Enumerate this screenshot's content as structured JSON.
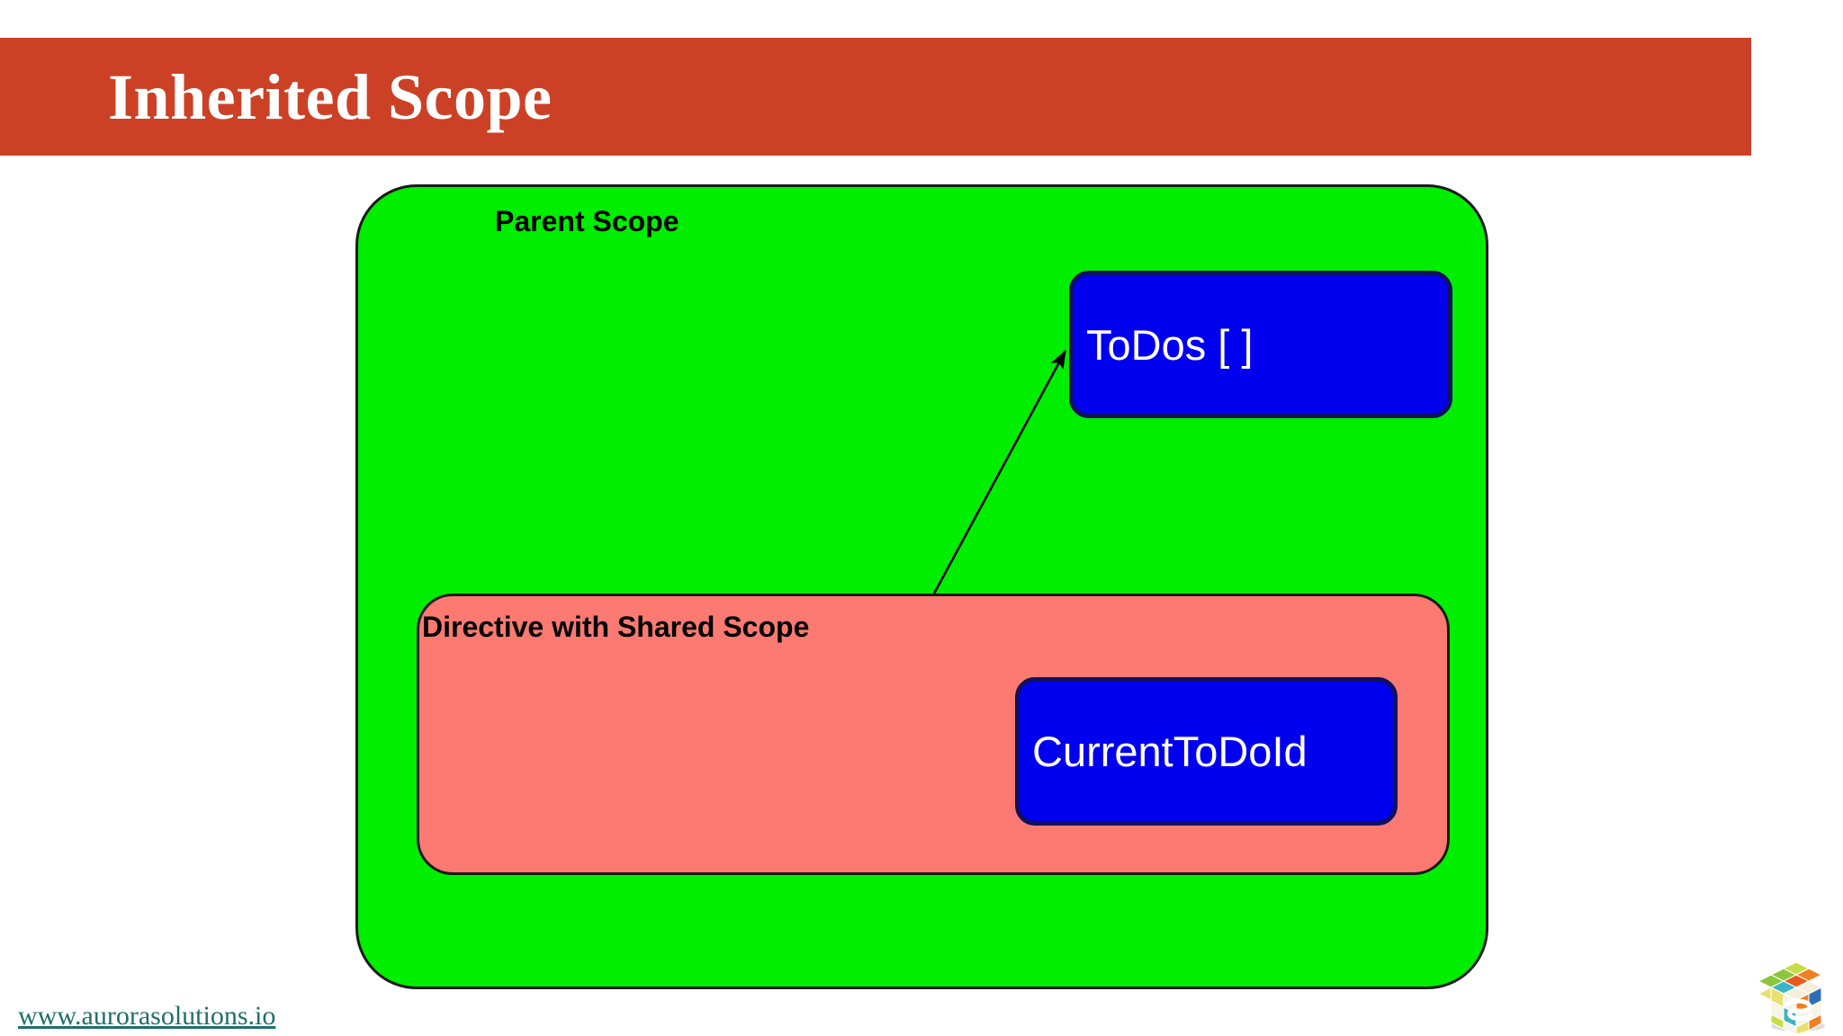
{
  "slide": {
    "title": "Inherited Scope",
    "banner_color": "#cc4125",
    "background_color": "#ffffff"
  },
  "diagram": {
    "type": "nested-scope-diagram",
    "parent_scope": {
      "label": "Parent Scope",
      "fill_color": "#00ee00",
      "border_color": "#1a1a1a",
      "values": [
        {
          "label": "ToDos [ ]",
          "fill_color": "#0000ee",
          "border_color": "#101060",
          "text_color": "#ffffff"
        }
      ]
    },
    "directive_scope": {
      "label": "Directive with Shared Scope",
      "fill_color": "#fa7a72",
      "border_color": "#1a1a1a",
      "values": [
        {
          "label": "CurrentToDoId",
          "fill_color": "#0000ee",
          "border_color": "#101060",
          "text_color": "#ffffff"
        }
      ]
    },
    "arrow": {
      "name": "shared-scope-binding-arrow",
      "from": "Directive with Shared Scope",
      "to": "ToDos [ ]",
      "color": "#000000"
    }
  },
  "footer": {
    "link_text": "www.aurorasolutions.io",
    "link_color": "#1f6f6a",
    "logo_name": "aurora-solutions-cube-logo"
  }
}
